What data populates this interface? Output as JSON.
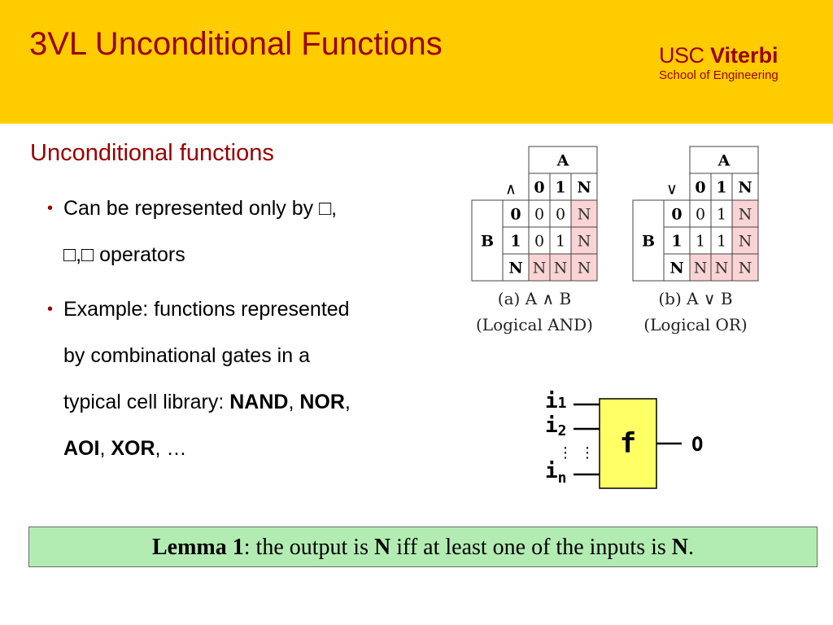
{
  "slide": {
    "title": "3VL Unconditional Functions",
    "subtitle": "Unconditional functions"
  },
  "logo": {
    "usc": "USC",
    "viterbi": "Viterbi",
    "school": "School of Engineering"
  },
  "bullets": [
    {
      "line1": "Can be represented only by □,",
      "line2": "□,□ operators"
    },
    {
      "line1": "Example: functions represented",
      "line2": "by combinational gates in a",
      "line3_prefix": "typical cell library: ",
      "nand": "NAND",
      "comma1": ", ",
      "nor": "NOR",
      "comma2": ",",
      "aoi": "AOI",
      "comma3": ", ",
      "xor": "XOR",
      "tail": ", …"
    }
  ],
  "tables": [
    {
      "operator": "∧",
      "col_header": "A",
      "row_header": "B",
      "col_values": [
        "0",
        "1",
        "N"
      ],
      "row_values": [
        "0",
        "1",
        "N"
      ],
      "cells": [
        [
          "0",
          "0",
          "N"
        ],
        [
          "0",
          "1",
          "N"
        ],
        [
          "N",
          "N",
          "N"
        ]
      ],
      "caption_line1": "(a) A ∧ B",
      "caption_line2": "(Logical AND)"
    },
    {
      "operator": "∨",
      "col_header": "A",
      "row_header": "B",
      "col_values": [
        "0",
        "1",
        "N"
      ],
      "row_values": [
        "0",
        "1",
        "N"
      ],
      "cells": [
        [
          "0",
          "1",
          "N"
        ],
        [
          "1",
          "1",
          "N"
        ],
        [
          "N",
          "N",
          "N"
        ]
      ],
      "caption_line1": "(b) A ∨ B",
      "caption_line2": "(Logical OR)"
    }
  ],
  "gate": {
    "label": "f",
    "input1": "i",
    "input1_sub": "1",
    "input2": "i",
    "input2_sub": "2",
    "inputn": "i",
    "inputn_sub": "n",
    "output": "O",
    "dots": "⋮"
  },
  "lemma": {
    "label": "Lemma 1",
    "text_a": ": the output is ",
    "n1": "N",
    "text_b": " iff at least one of the inputs is ",
    "n2": "N",
    "end": "."
  },
  "colors": {
    "header_bg": "#ffcc00",
    "title": "#990000",
    "n_cell_bg": "#fad4d4",
    "gate_fill": "#ffff66",
    "lemma_bg": "#b3ecb3"
  }
}
